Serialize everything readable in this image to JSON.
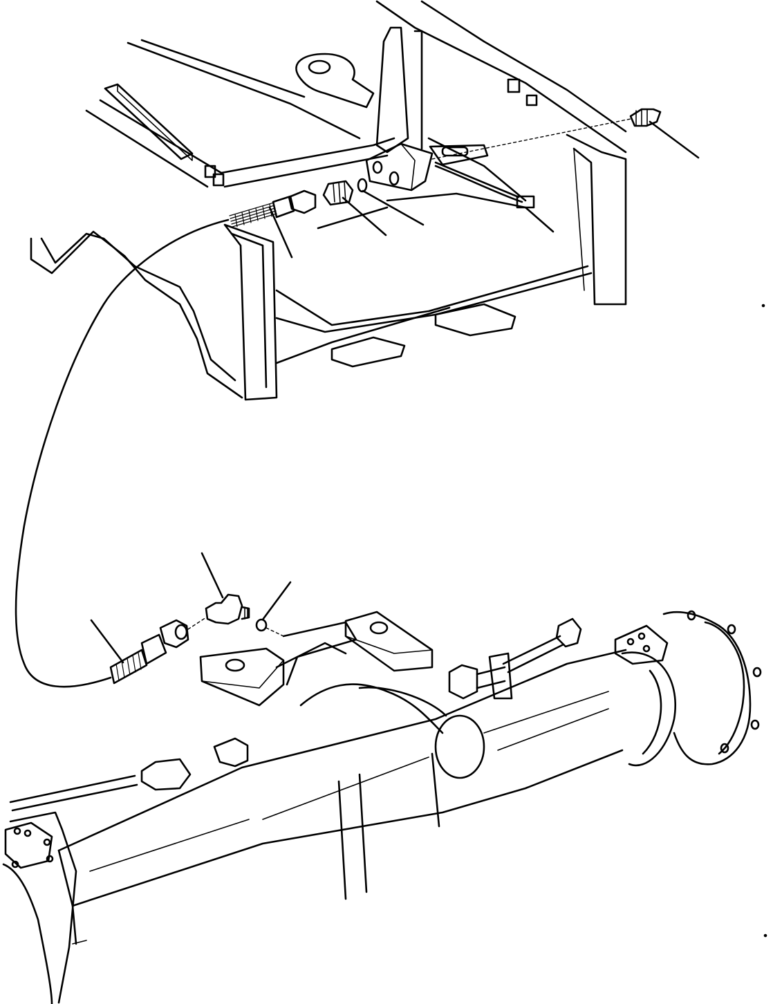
{
  "figure": {
    "line_color": "#000000",
    "background_color": "#ffffff"
  },
  "parts": {
    "frame": {
      "name": "rear-frame"
    },
    "axle": {
      "name": "front-axle-housing"
    },
    "hose": {
      "name": "lubrication-hose"
    },
    "grease_fitting": {
      "name": "grease-nipple"
    },
    "connector_block": {
      "name": "manifold-block"
    },
    "straight_adapter": {
      "name": "adapter-fitting"
    },
    "o_ring_upper": {
      "name": "o-ring"
    },
    "elbow": {
      "name": "elbow-fitting"
    },
    "o_ring_lower": {
      "name": "o-ring"
    }
  },
  "callouts": [
    {
      "target": "grease-nipple"
    },
    {
      "target": "hose-end-upper"
    },
    {
      "target": "adapter-fitting"
    },
    {
      "target": "o-ring-upper"
    },
    {
      "target": "elbow-fitting"
    },
    {
      "target": "o-ring-lower"
    },
    {
      "target": "hose-end-lower"
    }
  ]
}
